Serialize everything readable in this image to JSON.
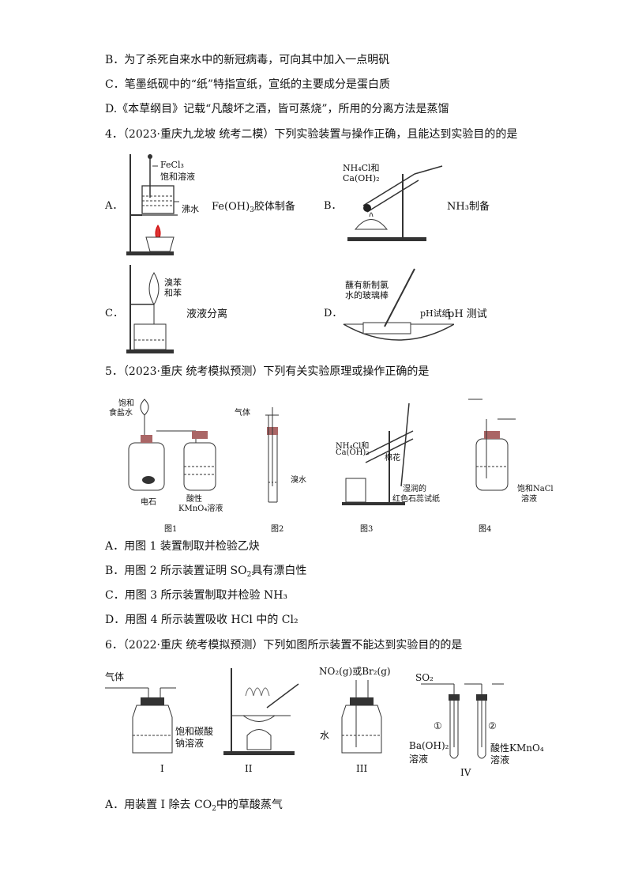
{
  "lines": {
    "b3": "B．为了杀死自来水中的新冠病毒，可向其中加入一点明矾",
    "c3": "C．笔墨纸砚中的“纸”特指宣纸，宣纸的主要成分是蛋白质",
    "d3": "D.《本草纲目》记载“凡酸坏之酒，皆可蒸烧”，所用的分离方法是蒸馏",
    "q4": "4．（2023·重庆九龙坡 统考二模）下列实验装置与操作正确，且能达到实验目的的是",
    "q5": "5．（2023·重庆 统考模拟预测）下列有关实验原理或操作正确的是",
    "a5": "A．用图 1 装置制取并检验乙炔",
    "b5_pre": "B．用图 2 所示装置证明 SO",
    "b5_post": "具有漂白性",
    "c5": "C．用图 3 所示装置制取并检验 NH₃",
    "d5": "D．用图 4 所示装置吸收 HCl 中的 Cl₂",
    "q6": "6．（2022·重庆 统考模拟预测）下列如图所示装置不能达到实验目的的是",
    "a6_pre": "A．用装置 I 除去 CO",
    "a6_post": "中的草酸蒸气"
  },
  "q4": {
    "A_letter": "A．",
    "A_text_pre": "Fe(OH)",
    "A_text_post": "胶体制备",
    "A_fecl": "FeCl₃",
    "A_sat": "饱和溶液",
    "A_boil": "沸水",
    "B_letter": "B．",
    "B_text_post": "制备",
    "B_nh3": "NH₃",
    "B_reagent1": "NH₄Cl和",
    "B_reagent2": "Ca(OH)₂",
    "C_letter": "C．",
    "C_text": "液液分离",
    "C_reagent1": "溴苯",
    "C_reagent2": "和苯",
    "D_letter": "D．",
    "D_text": "pH 测试",
    "D_rod1": "蘸有新制氯",
    "D_rod2": "水的玻璃棒",
    "D_paper": "pH试纸"
  },
  "q5": {
    "fig1_label1": "饱和",
    "fig1_label2": "食盐水",
    "fig1_stone": "电石",
    "fig1_kmno4_1": "酸性",
    "fig1_kmno4_2": "KMnO₄溶液",
    "fig1_cap": "图1",
    "fig2_gas": "气体",
    "fig2_br": "溴水",
    "fig2_cap": "图2",
    "fig3_r1": "NH₄Cl和",
    "fig3_r2": "Ca(OH)₂",
    "fig3_cotton": "棉花",
    "fig3_paper1": "湿润的",
    "fig3_paper2": "红色石蕊试纸",
    "fig3_cap": "图3",
    "fig4_l1": "饱和NaCl",
    "fig4_l2": "溶液",
    "fig4_cap": "图4"
  },
  "q6": {
    "I_gas": "气体",
    "I_l1": "饱和碳酸",
    "I_l2": "钠溶液",
    "I_cap": "I",
    "II_cap": "II",
    "III_gas": "NO₂(g)或Br₂(g)",
    "III_water": "水",
    "III_cap": "III",
    "IV_gas": "SO₂",
    "IV_n1": "①",
    "IV_n2": "②",
    "IV_ba1": "Ba(OH)₂",
    "IV_ba2": "溶液",
    "IV_k1": "酸性KMnO₄",
    "IV_k2": "溶液",
    "IV_cap": "IV"
  }
}
